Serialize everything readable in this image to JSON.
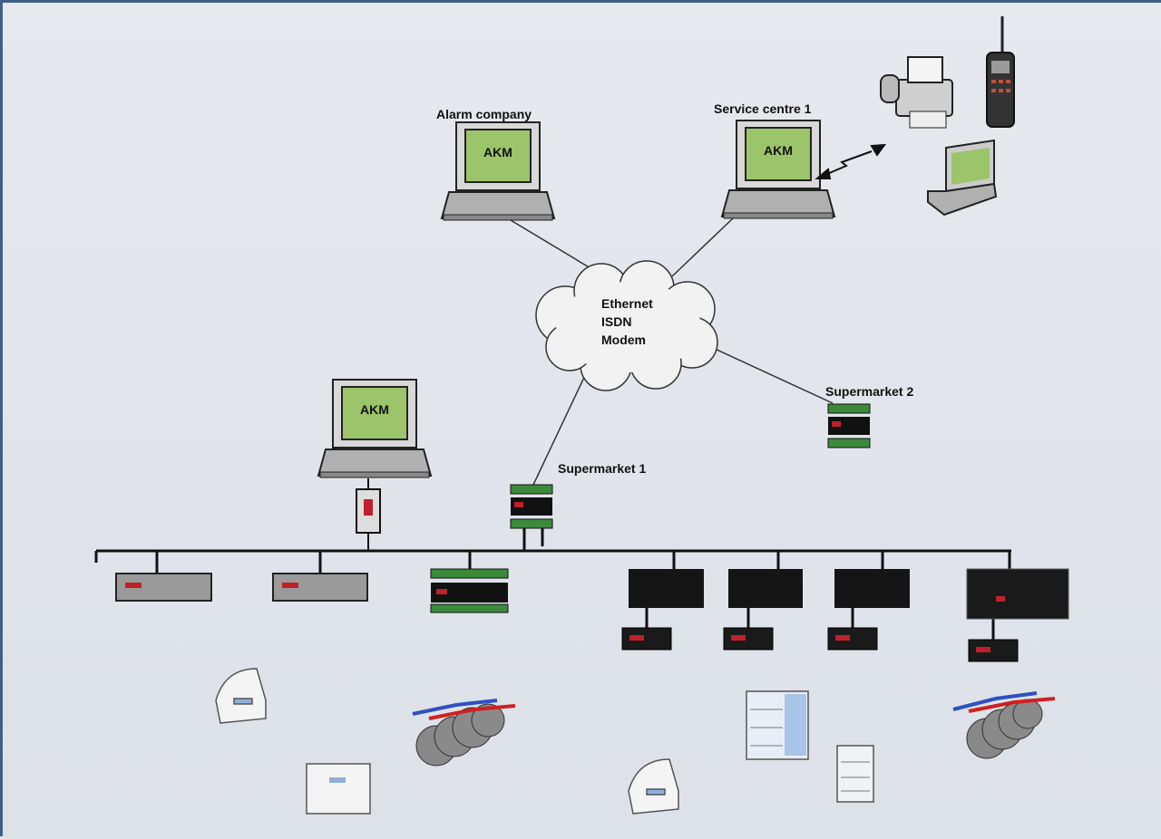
{
  "nodes": {
    "alarm_company": {
      "label": "Alarm company",
      "screen": "AKM"
    },
    "service_centre": {
      "label": "Service centre 1",
      "screen": "AKM"
    },
    "local_pc": {
      "screen": "AKM"
    },
    "network": {
      "lines": [
        "Ethernet",
        "ISDN",
        "Modem"
      ]
    },
    "supermarket_1": {
      "label": "Supermarket 1"
    },
    "supermarket_2": {
      "label": "Supermarket 2"
    }
  },
  "colors": {
    "screen": "#9cc46a",
    "bus": "#111111",
    "controller_red": "#c0202a",
    "controller_green": "#3a8a3a"
  }
}
